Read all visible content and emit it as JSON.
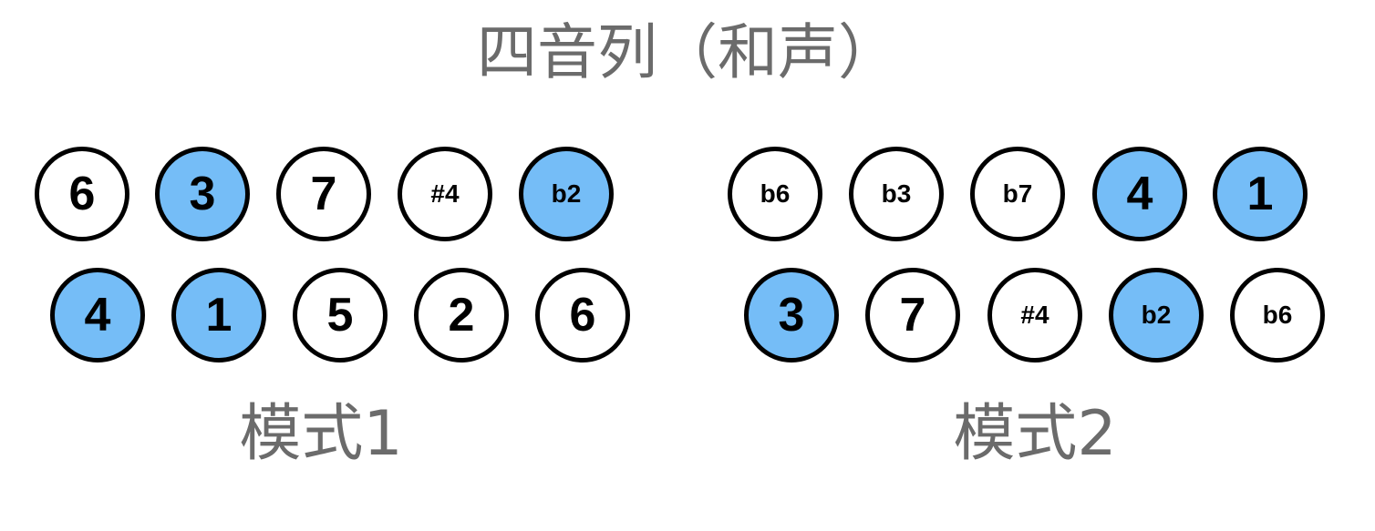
{
  "title": "四音列（和声）",
  "highlight_color": "#75bdf7",
  "modes": [
    {
      "label": "模式1",
      "rows": [
        [
          {
            "text": "6",
            "highlight": false
          },
          {
            "text": "3",
            "highlight": true
          },
          {
            "text": "7",
            "highlight": false
          },
          {
            "text": "#4",
            "highlight": false
          },
          {
            "text": "b2",
            "highlight": true
          }
        ],
        [
          {
            "text": "4",
            "highlight": true
          },
          {
            "text": "1",
            "highlight": true
          },
          {
            "text": "5",
            "highlight": false
          },
          {
            "text": "2",
            "highlight": false
          },
          {
            "text": "6",
            "highlight": false
          }
        ]
      ]
    },
    {
      "label": "模式2",
      "rows": [
        [
          {
            "text": "b6",
            "highlight": false
          },
          {
            "text": "b3",
            "highlight": false
          },
          {
            "text": "b7",
            "highlight": false
          },
          {
            "text": "4",
            "highlight": true
          },
          {
            "text": "1",
            "highlight": true
          }
        ],
        [
          {
            "text": "3",
            "highlight": true
          },
          {
            "text": "7",
            "highlight": false
          },
          {
            "text": "#4",
            "highlight": false
          },
          {
            "text": "b2",
            "highlight": true
          },
          {
            "text": "b6",
            "highlight": false
          }
        ]
      ]
    }
  ]
}
